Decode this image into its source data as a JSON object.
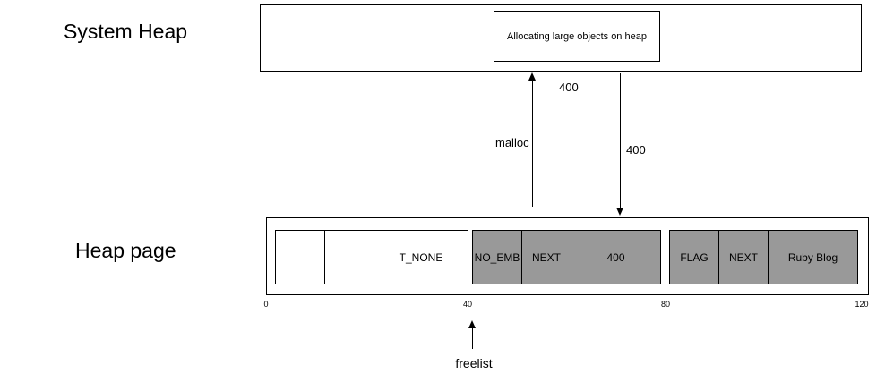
{
  "system_heap": {
    "title": "System Heap",
    "annotation": "Allocating large objects on heap"
  },
  "flows": {
    "malloc_label": "malloc",
    "malloc_size": "400",
    "move_size": "400"
  },
  "heap_page": {
    "title": "Heap page",
    "cells": [
      {
        "label": "",
        "fill": "white"
      },
      {
        "label": "",
        "fill": "white"
      },
      {
        "label": "T_NONE",
        "fill": "white"
      },
      {
        "label": "NO_EMB",
        "fill": "gray"
      },
      {
        "label": "NEXT",
        "fill": "gray"
      },
      {
        "label": "400",
        "fill": "gray"
      },
      {
        "label": "FLAG",
        "fill": "gray"
      },
      {
        "label": "NEXT",
        "fill": "gray"
      },
      {
        "label": "Ruby Blog",
        "fill": "gray"
      }
    ],
    "axis_ticks": [
      "0",
      "40",
      "80",
      "120"
    ],
    "freelist_label": "freelist"
  },
  "colors": {
    "cell_gray": "#999999",
    "line": "#000000",
    "background": "#ffffff"
  }
}
